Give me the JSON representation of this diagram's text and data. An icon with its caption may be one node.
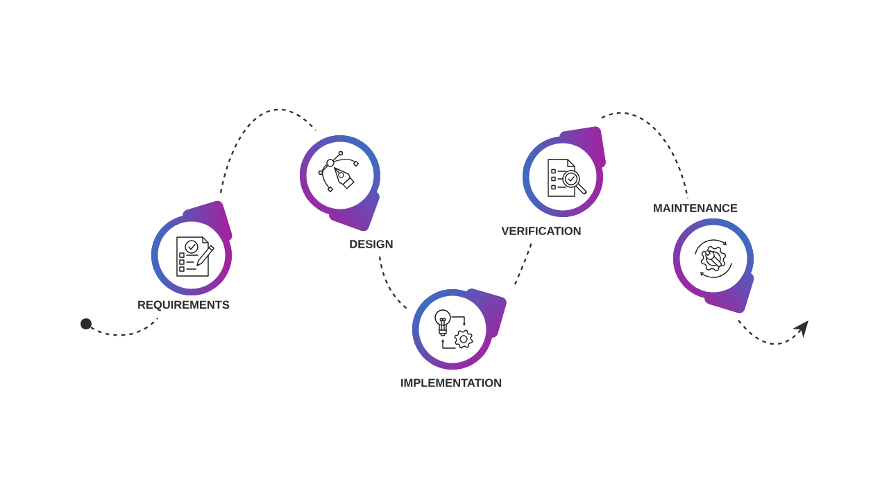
{
  "diagram": {
    "nodes": [
      {
        "text": [],
        "shape": "circle"
      },
      {
        "text": [
          "REQUIREMENTS"
        ]
      },
      {
        "text": [
          "DESIGN"
        ]
      },
      {
        "text": [
          "IMPLEMENTATION"
        ]
      },
      {
        "text": [
          "VERIFICATION"
        ]
      },
      {
        "text": [
          "MAINTENANCE"
        ]
      }
    ],
    "edges": [
      {
        "from": 0,
        "to": 1,
        "arrow": "none",
        "style": "dashed"
      },
      {
        "from": 1,
        "to": 2,
        "arrow": "none",
        "style": "dashed"
      },
      {
        "from": 2,
        "to": 3,
        "arrow": "none",
        "style": "dashed"
      },
      {
        "from": 3,
        "to": 4,
        "arrow": "none",
        "style": "dashed"
      },
      {
        "from": 4,
        "to": 5,
        "arrow": "none",
        "style": "dashed"
      },
      {
        "from": 5,
        "to": null,
        "arrow": "to",
        "style": "dashed"
      }
    ]
  }
}
